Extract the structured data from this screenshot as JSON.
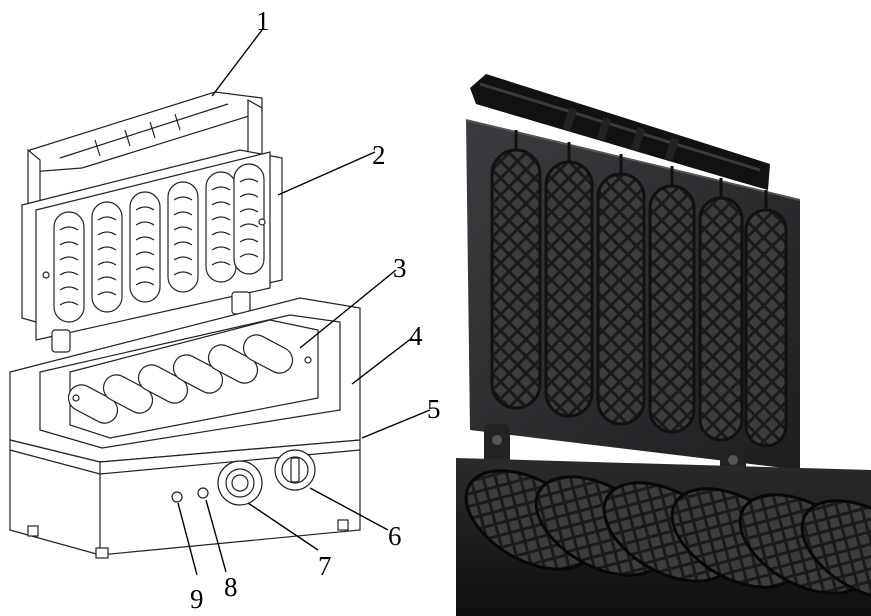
{
  "figure": {
    "left_panel": "exploded line drawing of waffle-stick maker",
    "right_panel": "photo of cast-iron waffle-stick plates",
    "callouts": [
      {
        "id": "1",
        "label": "1"
      },
      {
        "id": "2",
        "label": "2"
      },
      {
        "id": "3",
        "label": "3"
      },
      {
        "id": "4",
        "label": "4"
      },
      {
        "id": "5",
        "label": "5"
      },
      {
        "id": "6",
        "label": "6"
      },
      {
        "id": "7",
        "label": "7"
      },
      {
        "id": "8",
        "label": "8"
      },
      {
        "id": "9",
        "label": "9"
      }
    ],
    "colors": {
      "line": "#222222",
      "cast_iron": "#2b2d2f",
      "cast_iron_dark": "#141516",
      "background": "#ffffff"
    }
  }
}
